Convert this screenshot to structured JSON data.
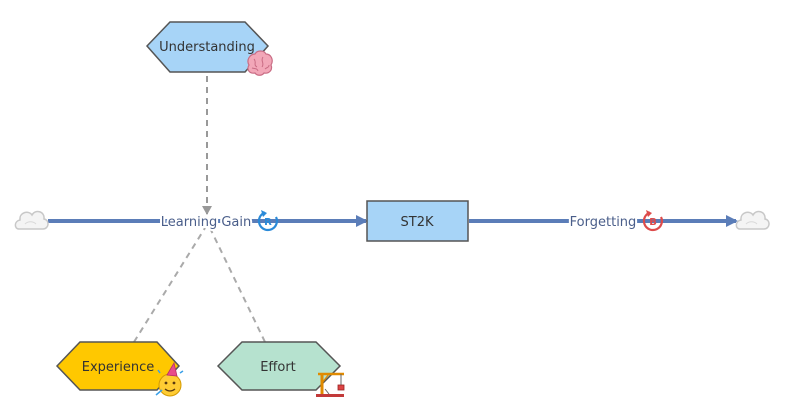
{
  "nodes": {
    "understanding": {
      "label": "Understanding",
      "icon": "brain-icon"
    },
    "experience": {
      "label": "Experience",
      "icon": "party-face-icon"
    },
    "effort": {
      "label": "Effort",
      "icon": "construction-crane-icon"
    },
    "stock": {
      "label": "ST2K"
    }
  },
  "flows": {
    "learning_gain": {
      "label": "Learning Gain",
      "loop_letter": "R"
    },
    "forgetting": {
      "label": "Forgetting",
      "loop_letter": "B"
    }
  },
  "colors": {
    "flow_line": "#5b7db8",
    "stock_fill": "#a7d4f7",
    "understanding_fill": "#a7d4f7",
    "experience_fill": "#ffc800",
    "effort_fill": "#b6e2cf",
    "reinforcing_loop": "#2a8ad8",
    "balancing_loop": "#dd4b4b",
    "dashed_link": "#999999"
  }
}
